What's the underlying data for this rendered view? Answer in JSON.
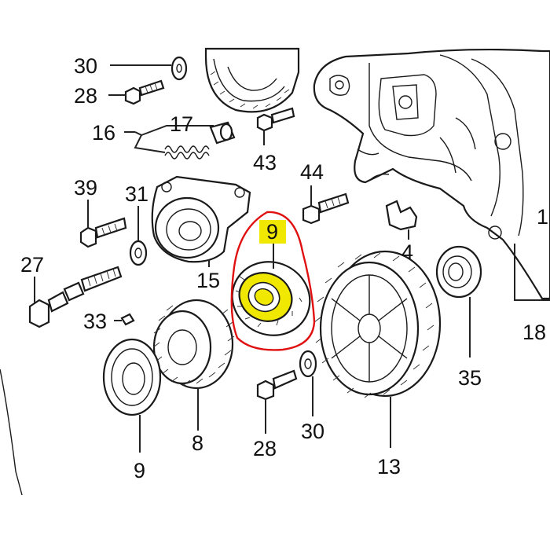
{
  "labels": {
    "l30a": "30",
    "l28a": "28",
    "l16": "16",
    "l17": "17",
    "l43": "43",
    "l44": "44",
    "l39": "39",
    "l31": "31",
    "l27": "27",
    "l15": "15",
    "l9top": "9",
    "l4": "4",
    "l1": "1",
    "l18": "18",
    "l33": "33",
    "l35": "35",
    "l8": "8",
    "l9bottom": "9",
    "l28b": "28",
    "l30b": "30",
    "l13": "13"
  },
  "colors": {
    "highlight": "#f0e800",
    "circle": "#e01010",
    "line": "#222222"
  }
}
